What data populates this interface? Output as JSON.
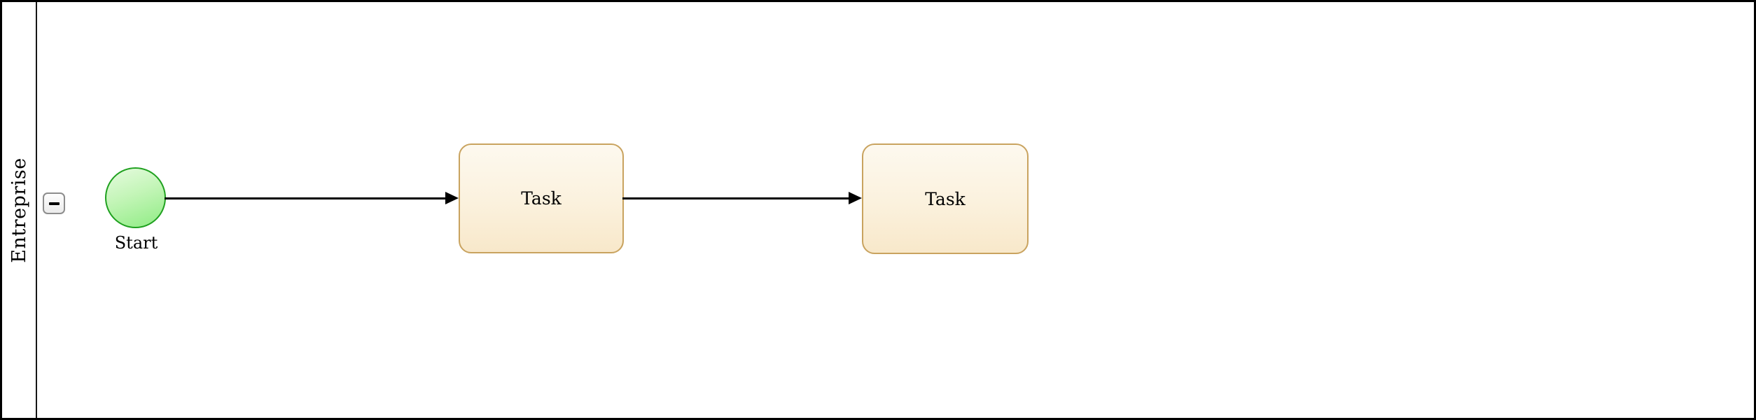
{
  "diagram": {
    "type": "bpmn-process",
    "pool": {
      "lane_label": "Entreprise",
      "collapse_button": {
        "icon": "minus-icon",
        "state": "expanded"
      }
    },
    "nodes": {
      "start_event": {
        "type": "start-event",
        "label": "Start"
      },
      "task1": {
        "type": "task",
        "label": "Task"
      },
      "task2": {
        "type": "task",
        "label": "Task"
      }
    },
    "flows": [
      {
        "from": "start_event",
        "to": "task1",
        "style": "solid-arrow"
      },
      {
        "from": "task1",
        "to": "task2",
        "style": "solid-arrow"
      }
    ],
    "colors": {
      "pool_border": "#000000",
      "lane_divider": "#161616",
      "collapse_button_border": "#8d8d8d",
      "collapse_button_fill": "#f3f3f3",
      "start_event_border": "#1fa11f",
      "start_event_fill_top": "#e6fbdf",
      "start_event_fill_bottom": "#8fec84",
      "task_border": "#c9a35f",
      "task_fill_top": "#fdf9ef",
      "task_fill_bottom": "#f8e8ca",
      "flow_color": "#000000",
      "background": "#ffffff"
    }
  }
}
